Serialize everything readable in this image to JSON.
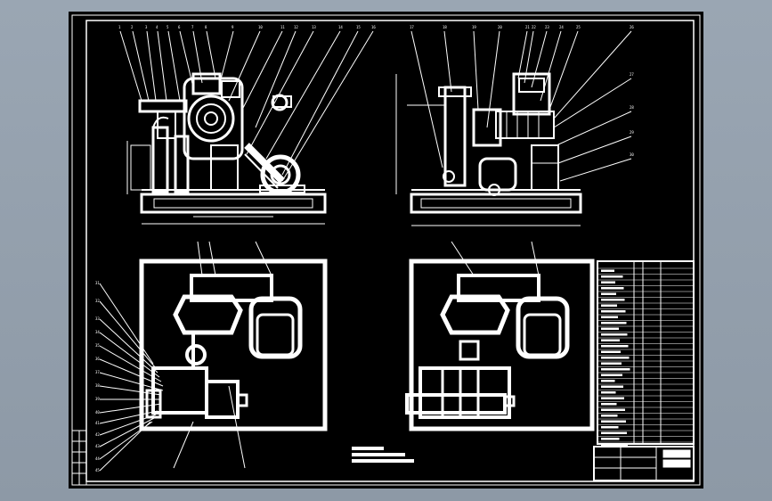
{
  "viewer": {
    "background_color": "#9aa6b3",
    "canvas_color": "#000000",
    "line_color": "#ffffff"
  },
  "drawing": {
    "callout_labels": [
      "1",
      "2",
      "3",
      "4",
      "5",
      "6",
      "7",
      "8",
      "9",
      "10",
      "11",
      "12",
      "13",
      "14",
      "15",
      "16",
      "17",
      "18",
      "19",
      "20",
      "21",
      "22",
      "23",
      "24",
      "25",
      "26",
      "27",
      "28",
      "29",
      "30",
      "31",
      "32",
      "33",
      "34",
      "35",
      "36",
      "37",
      "38",
      "39",
      "40",
      "41",
      "42",
      "43",
      "44",
      "45"
    ]
  }
}
